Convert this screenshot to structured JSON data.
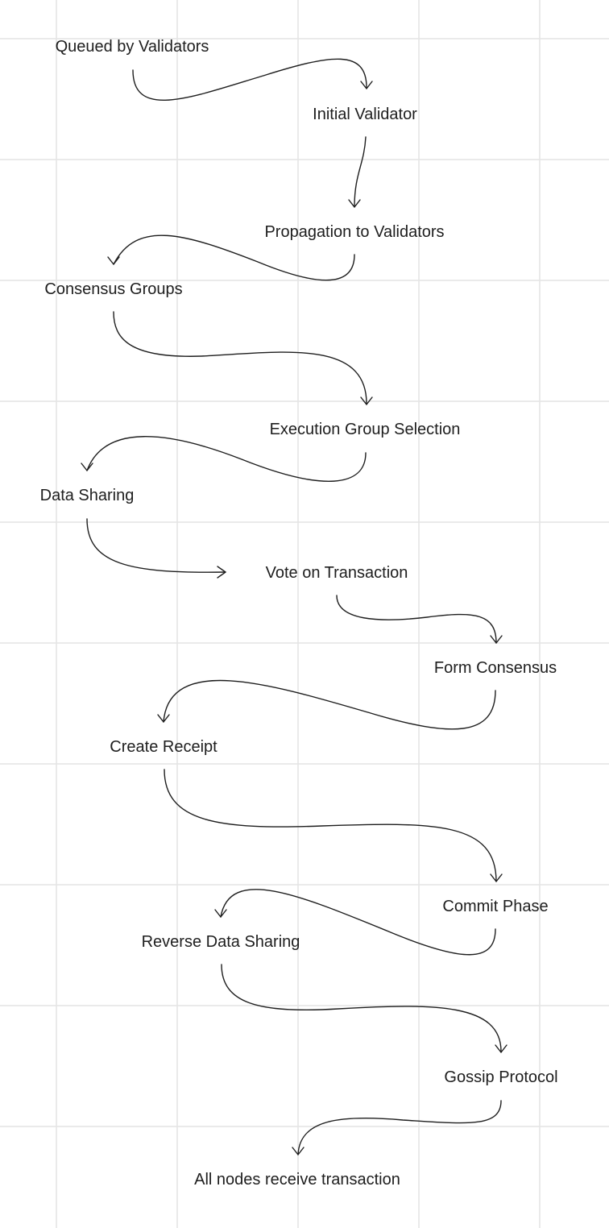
{
  "diagram": {
    "nodes": [
      {
        "id": "queued",
        "label": "Queued by Validators"
      },
      {
        "id": "initial",
        "label": "Initial Validator"
      },
      {
        "id": "propagation",
        "label": "Propagation to Validators"
      },
      {
        "id": "consensus-groups",
        "label": "Consensus Groups"
      },
      {
        "id": "execution",
        "label": "Execution Group Selection"
      },
      {
        "id": "data-sharing",
        "label": "Data Sharing"
      },
      {
        "id": "vote",
        "label": "Vote on Transaction"
      },
      {
        "id": "form-consensus",
        "label": "Form Consensus"
      },
      {
        "id": "create-receipt",
        "label": "Create Receipt"
      },
      {
        "id": "commit",
        "label": "Commit Phase"
      },
      {
        "id": "reverse-sharing",
        "label": "Reverse Data Sharing"
      },
      {
        "id": "gossip",
        "label": "Gossip Protocol"
      },
      {
        "id": "all-nodes",
        "label": "All nodes receive transaction"
      }
    ],
    "edges": [
      {
        "from": "queued",
        "to": "initial"
      },
      {
        "from": "initial",
        "to": "propagation"
      },
      {
        "from": "propagation",
        "to": "consensus-groups"
      },
      {
        "from": "consensus-groups",
        "to": "execution"
      },
      {
        "from": "execution",
        "to": "data-sharing"
      },
      {
        "from": "data-sharing",
        "to": "vote"
      },
      {
        "from": "vote",
        "to": "form-consensus"
      },
      {
        "from": "form-consensus",
        "to": "create-receipt"
      },
      {
        "from": "create-receipt",
        "to": "commit"
      },
      {
        "from": "commit",
        "to": "reverse-sharing"
      },
      {
        "from": "reverse-sharing",
        "to": "gossip"
      },
      {
        "from": "gossip",
        "to": "all-nodes"
      }
    ],
    "colors": {
      "text": "#1e1e1e",
      "arrow": "#1e1e1e",
      "grid": "#e4e4e4",
      "background": "#ffffff"
    }
  }
}
